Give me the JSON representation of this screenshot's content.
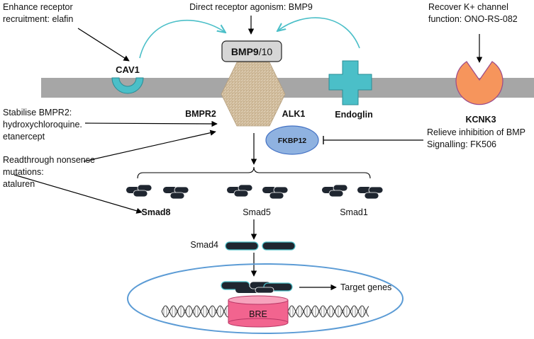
{
  "annotations": {
    "enhance_line1": "Enhance receptor",
    "enhance_line2": "recruitment: elafin",
    "direct_agonism": "Direct receptor agonism: BMP9",
    "recover_line1": "Recover K+ channel",
    "recover_line2": "function: ONO-RS-082",
    "stabilise_line1": "Stabilise BMPR2:",
    "stabilise_line2": "hydroxychloroquine.",
    "stabilise_line3": "etanercept",
    "readthrough_line1": "Readthrough nonsense",
    "readthrough_line2": "mutations:",
    "readthrough_line3": "ataluren",
    "relieve_line1": "Relieve inhibition of BMP",
    "relieve_line2": "Signalling: FK506"
  },
  "ligand": {
    "bold_part": "BMP9",
    "rest_part": "/10"
  },
  "receptors": {
    "cav1": "CAV1",
    "bmpr2": "BMPR2",
    "alk1": "ALK1",
    "endoglin": "Endoglin",
    "kcnk3": "KCNK3",
    "fkbp12": "FKBP12"
  },
  "smads": {
    "smad8": "Smad8",
    "smad5": "Smad5",
    "smad1": "Smad1",
    "smad4": "Smad4"
  },
  "nucleus": {
    "target_genes": "Target genes",
    "bre": "BRE"
  },
  "colors": {
    "membrane": "#a6a6a6",
    "teal": "#4bbfc8",
    "kcnk3": "#f6955c",
    "fkbp12": "#8fb2e0",
    "bre": "#f2648f",
    "nucleus_border": "#5b9bd5"
  }
}
